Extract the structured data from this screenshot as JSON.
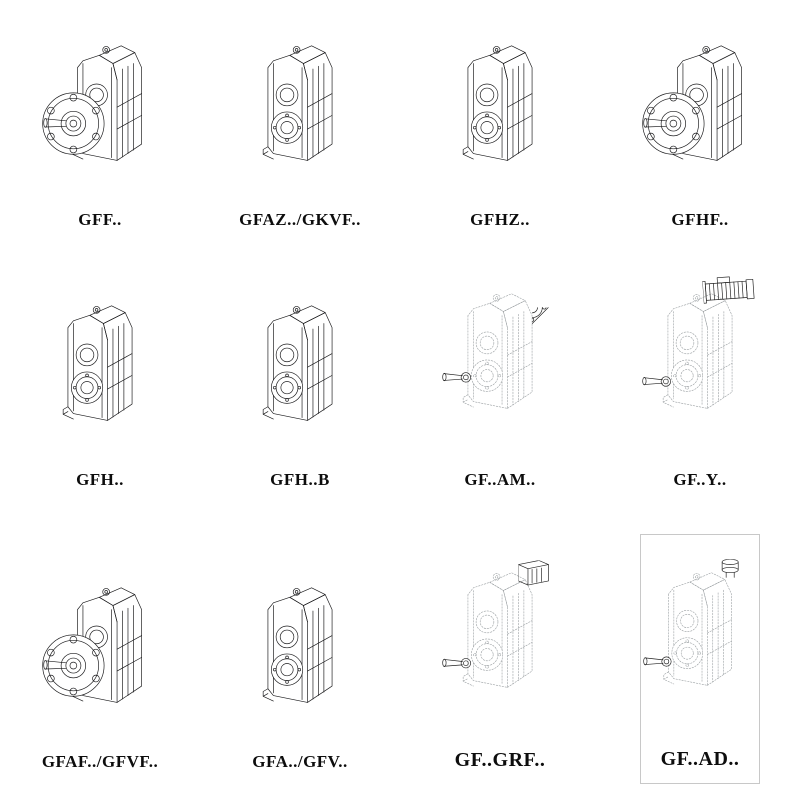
{
  "page": {
    "background": "#ffffff"
  },
  "catalog": {
    "items": [
      {
        "label": "GFF..",
        "drawing": "flange-output-gear-unit"
      },
      {
        "label": "GFAZ../GKVF..",
        "drawing": "hollow-shaft-gear-unit"
      },
      {
        "label": "GFHZ..",
        "drawing": "hollow-shaft-gear-unit"
      },
      {
        "label": "GFHF..",
        "drawing": "flange-output-gear-unit"
      },
      {
        "label": "GFH..",
        "drawing": "hollow-shaft-gear-unit"
      },
      {
        "label": "GFH..B",
        "drawing": "hollow-shaft-gear-unit-foot"
      },
      {
        "label": "GF..AM..",
        "drawing": "gear-unit-with-motor-adapter-flange"
      },
      {
        "label": "GF..Y..",
        "drawing": "gear-unit-with-mounted-motor"
      },
      {
        "label": "GFAF../GFVF..",
        "drawing": "flange-output-gear-unit"
      },
      {
        "label": "GFA../GFV..",
        "drawing": "hollow-shaft-gear-unit"
      },
      {
        "label": "GF..GRF..",
        "drawing": "gear-unit-with-adapter-box"
      },
      {
        "label": "GF..AD..",
        "drawing": "gear-unit-with-input-adapter"
      }
    ]
  }
}
